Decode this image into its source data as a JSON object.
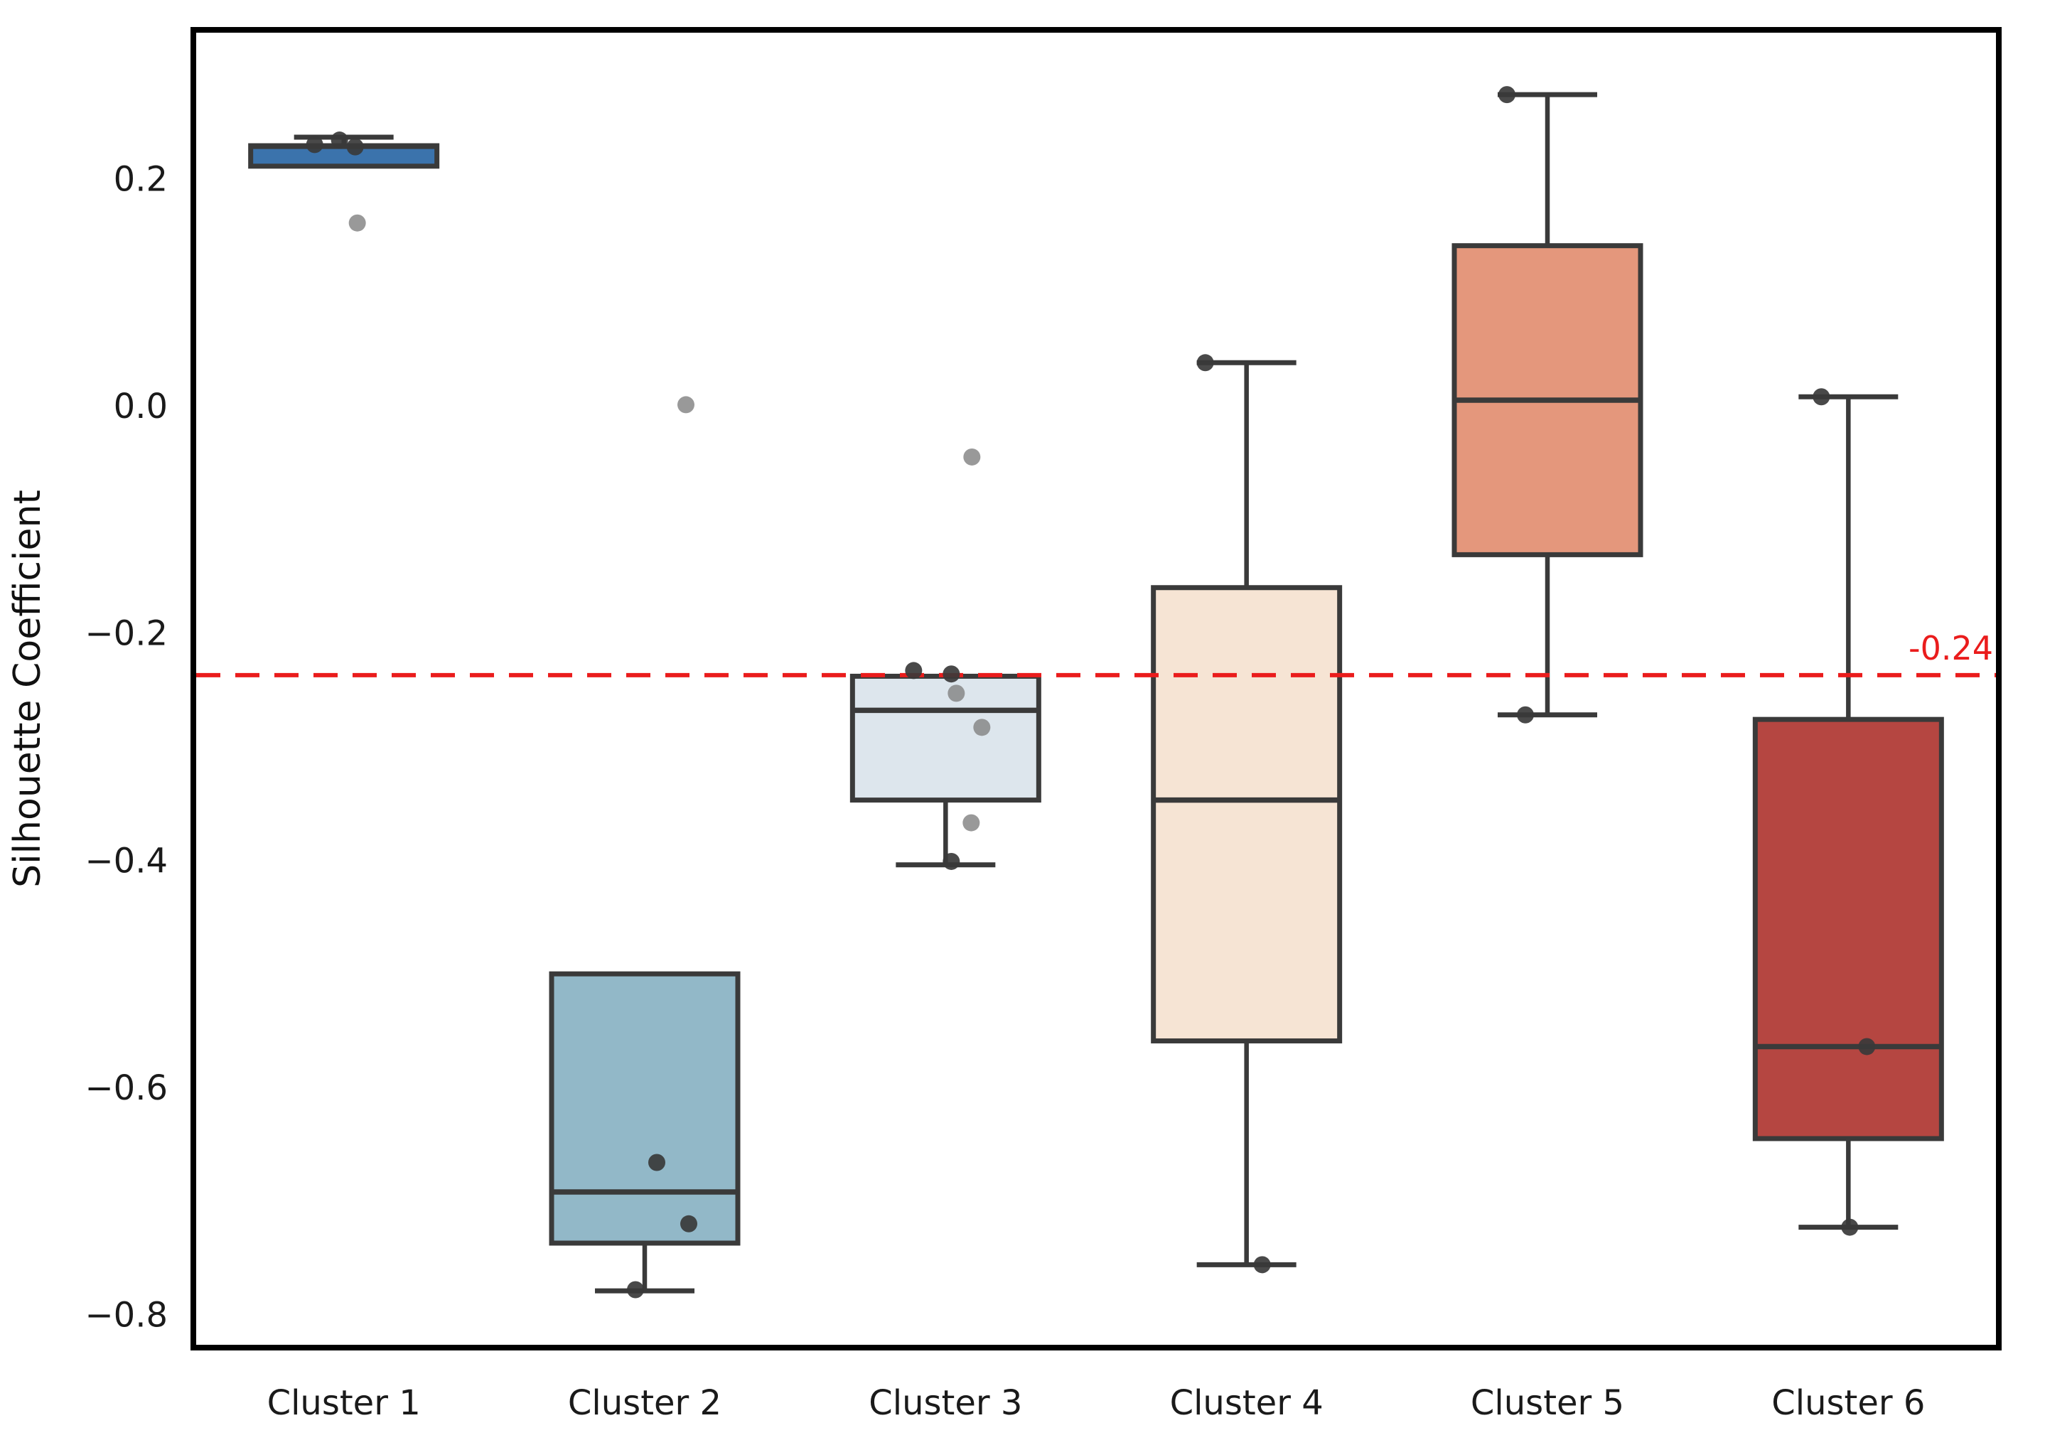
{
  "chart_data": {
    "type": "box",
    "title": "",
    "xlabel": "",
    "ylabel": "Silhouette Coefficient",
    "categories": [
      "Cluster 1",
      "Cluster 2",
      "Cluster 3",
      "Cluster 4",
      "Cluster 5",
      "Cluster 6"
    ],
    "ylim": [
      -0.829,
      0.331
    ],
    "yticks": [
      0.2,
      0.0,
      -0.2,
      -0.4,
      -0.6,
      -0.8
    ],
    "ytick_labels": [
      "0.2",
      "0.0",
      "−0.2",
      "−0.4",
      "−0.6",
      "−0.8"
    ],
    "grid": false,
    "legend": null,
    "threshold": {
      "value": -0.237,
      "label": "-0.24",
      "color": "#ea1c1c"
    },
    "box_edge_color": "#3a3a3a",
    "point_colors": {
      "dark": "#3a3a3a",
      "gray": "#878787"
    },
    "background": "#ffffff",
    "axes_border_color": "#000000",
    "series": [
      {
        "label": "Cluster 1",
        "color": "#3b73ac",
        "whisker_low": 0.211,
        "q1": 0.211,
        "median": 0.2285,
        "q3": 0.229,
        "whisker_high": 0.2365,
        "points": [
          {
            "dx": -41,
            "value": 0.23,
            "shade": "dark"
          },
          {
            "dx": -6,
            "value": 0.234,
            "shade": "dark"
          },
          {
            "dx": 16,
            "value": 0.228,
            "shade": "dark"
          },
          {
            "dx": 19,
            "value": 0.161,
            "shade": "gray"
          }
        ]
      },
      {
        "label": "Cluster 2",
        "color": "#92b8c8",
        "whisker_low": -0.779,
        "q1": -0.737,
        "median": -0.692,
        "q3": -0.5,
        "whisker_high": -0.5,
        "points": [
          {
            "dx": 58,
            "value": 0.001,
            "shade": "gray"
          },
          {
            "dx": 17,
            "value": -0.666,
            "shade": "dark"
          },
          {
            "dx": 62,
            "value": -0.72,
            "shade": "dark"
          },
          {
            "dx": -13,
            "value": -0.778,
            "shade": "dark"
          }
        ]
      },
      {
        "label": "Cluster 3",
        "color": "#dde6ed",
        "whisker_low": -0.404,
        "q1": -0.347,
        "median": -0.268,
        "q3": -0.238,
        "whisker_high": -0.238,
        "points": [
          {
            "dx": 37,
            "value": -0.045,
            "shade": "gray"
          },
          {
            "dx": -45,
            "value": -0.233,
            "shade": "dark"
          },
          {
            "dx": 8,
            "value": -0.236,
            "shade": "dark"
          },
          {
            "dx": 15,
            "value": -0.253,
            "shade": "gray"
          },
          {
            "dx": 51,
            "value": -0.283,
            "shade": "gray"
          },
          {
            "dx": 36,
            "value": -0.367,
            "shade": "gray"
          },
          {
            "dx": 8,
            "value": -0.401,
            "shade": "dark"
          }
        ]
      },
      {
        "label": "Cluster 4",
        "color": "#f6e4d4",
        "whisker_low": -0.756,
        "q1": -0.559,
        "median": -0.347,
        "q3": -0.16,
        "whisker_high": 0.038,
        "points": [
          {
            "dx": -58,
            "value": 0.038,
            "shade": "dark"
          },
          {
            "dx": 22,
            "value": -0.756,
            "shade": "dark"
          }
        ]
      },
      {
        "label": "Cluster 5",
        "color": "#e4977c",
        "whisker_low": -0.272,
        "q1": -0.131,
        "median": 0.005,
        "q3": 0.141,
        "whisker_high": 0.274,
        "points": [
          {
            "dx": -57,
            "value": 0.274,
            "shade": "dark"
          },
          {
            "dx": -31,
            "value": -0.272,
            "shade": "dark"
          }
        ]
      },
      {
        "label": "Cluster 6",
        "color": "#b54641",
        "whisker_low": -0.723,
        "q1": -0.645,
        "median": -0.564,
        "q3": -0.276,
        "whisker_high": 0.008,
        "points": [
          {
            "dx": -38,
            "value": 0.008,
            "shade": "dark"
          },
          {
            "dx": 26,
            "value": -0.564,
            "shade": "dark"
          },
          {
            "dx": 2,
            "value": -0.723,
            "shade": "dark"
          }
        ]
      }
    ]
  }
}
